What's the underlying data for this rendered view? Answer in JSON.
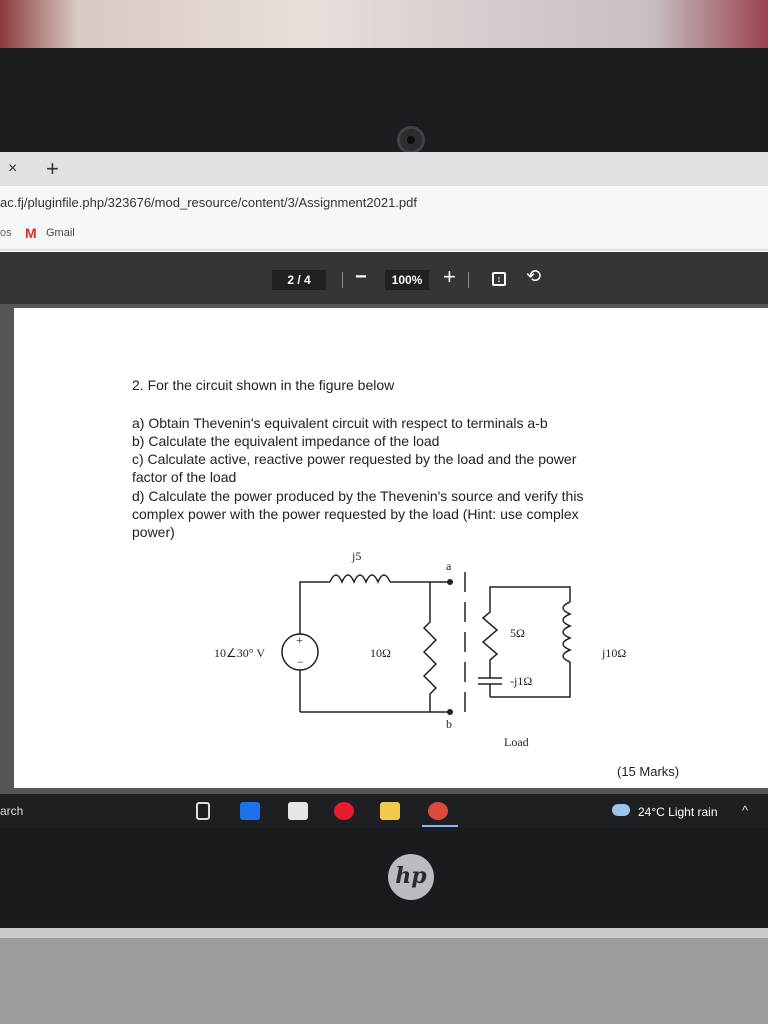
{
  "browser": {
    "tab_close": "×",
    "new_tab": "+",
    "url": "ac.fj/pluginfile.php/323676/mod_resource/content/3/Assignment2021.pdf",
    "bookmark_prefix": "os",
    "bookmark_gmail_icon": "M",
    "bookmark_gmail": "Gmail"
  },
  "pdf_toolbar": {
    "page_indicator": "2 / 4",
    "zoom_out": "−",
    "zoom": "100%",
    "zoom_in": "+",
    "fit_icon": "fit-page-icon",
    "rotate_icon": "rotate-icon"
  },
  "document": {
    "question": "2.  For the circuit shown in the figure below",
    "parts": [
      "a)  Obtain Thevenin's equivalent circuit with respect to terminals a-b",
      "b)  Calculate the equivalent impedance of the load",
      "c)  Calculate active, reactive power requested by the load and the power",
      "      factor of the load",
      "d)  Calculate the power produced by the Thevenin's source and verify this",
      "      complex power with the power requested by the load (Hint: use complex",
      "      power)"
    ],
    "marks": "(15 Marks)"
  },
  "circuit": {
    "inductor_top": "j5",
    "source": "10∠30° V",
    "resistor_mid": "10Ω",
    "terminal_a": "a",
    "terminal_b": "b",
    "load_resistor": "5Ω",
    "load_capacitor": "-j1Ω",
    "load_inductor": "j10Ω",
    "load_label": "Load"
  },
  "taskbar": {
    "search": "arch",
    "weather": "24°C  Light rain",
    "chevron": "^"
  },
  "laptop": {
    "brand": "hp"
  }
}
